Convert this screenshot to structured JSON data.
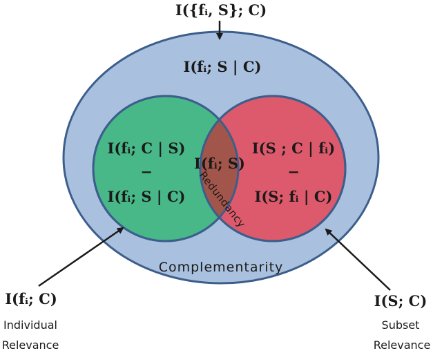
{
  "top_label": "I({fᵢ, S}; C)",
  "outer_label": "I(fᵢ; S | C)",
  "left_set": {
    "line1": "I(fᵢ; C | S)",
    "minus": "−",
    "line2": "I(fᵢ; S | C)"
  },
  "right_set": {
    "line1": "I(S ; C | fᵢ)",
    "minus": "−",
    "line2": "I(S; fᵢ | C)"
  },
  "intersection_label": "I(fᵢ; S)",
  "redundancy_label": "Redundancy",
  "complementarity_label": "Complementarity",
  "bottom_left": {
    "formula": "I(fᵢ; C)",
    "caption_line1": "Individual",
    "caption_line2": "Relevance"
  },
  "bottom_right": {
    "formula": "I(S; C)",
    "caption_line1": "Subset",
    "caption_line2": "Relevance"
  },
  "colors": {
    "outer_fill": "#a9c0de",
    "left_fill": "#48b888",
    "right_fill": "#dc5a6c",
    "overlap_fill": "#a2554a",
    "stroke": "#3c5e8c"
  }
}
